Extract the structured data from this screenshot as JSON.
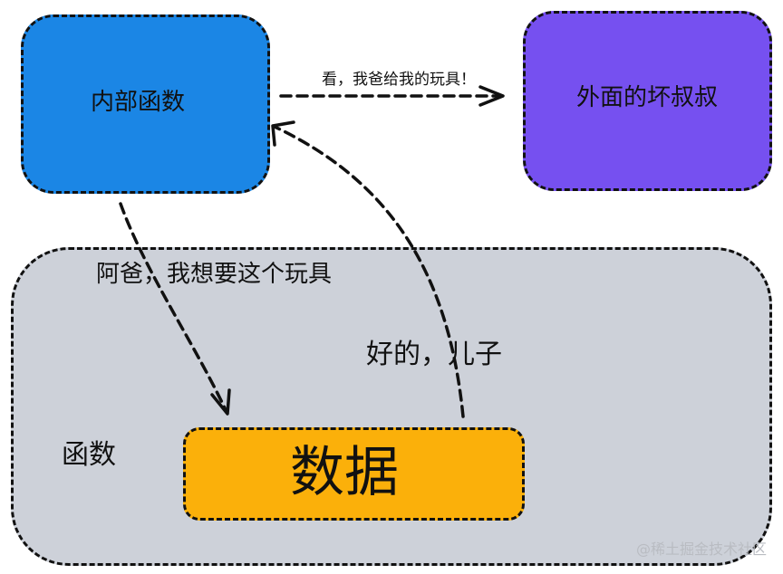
{
  "nodes": {
    "inner_function": {
      "label": "内部函数",
      "fill": "#1b86e5"
    },
    "bad_uncle": {
      "label": "外面的坏叔叔",
      "fill": "#7650f0"
    },
    "function": {
      "label": "函数",
      "fill": "#cdd1d9"
    },
    "data": {
      "label": "数据",
      "fill": "#fbb00a"
    }
  },
  "edges": {
    "ask": {
      "label": "阿爸，我想要这个玩具"
    },
    "reply": {
      "label": "好的，儿子"
    },
    "give": {
      "label": "看，我爸给我的玩具！"
    }
  },
  "watermark": "@稀土掘金技术社区"
}
